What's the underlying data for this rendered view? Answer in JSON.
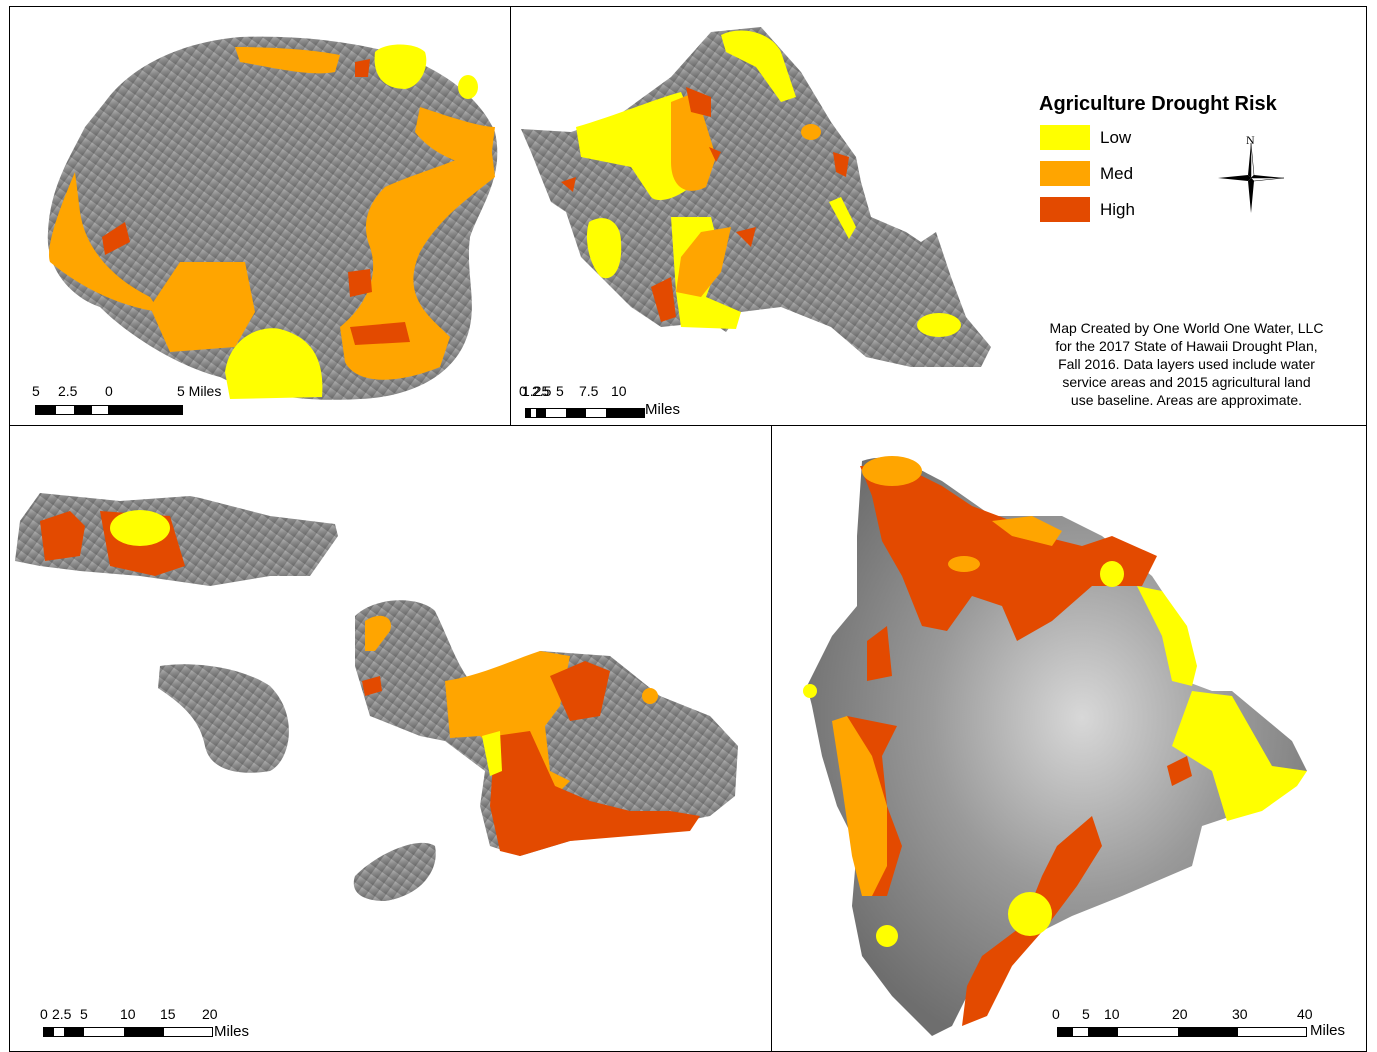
{
  "legend": {
    "title": "Agriculture Drought Risk",
    "items": [
      {
        "label": "Low",
        "color": "#ffff00"
      },
      {
        "label": "Med",
        "color": "#ffa500"
      },
      {
        "label": "High",
        "color": "#e34a00"
      }
    ]
  },
  "north_arrow": {
    "label": "N",
    "icon": "compass-rose-icon"
  },
  "credits": {
    "lines": [
      "Map Created by One World One Water, LLC",
      "for the 2017 State of Hawaii Drought Plan,",
      "Fall 2016.  Data layers used include water",
      "service areas and 2015 agricultural land",
      "use baseline.  Areas are approximate."
    ]
  },
  "scalebars": {
    "kauai": {
      "ticks": [
        "5",
        "2.5",
        "0",
        "5 Miles"
      ]
    },
    "oahu": {
      "ticks": [
        "0",
        "1.25",
        "2.5",
        "5",
        "7.5",
        "10"
      ],
      "units": "Miles"
    },
    "maui": {
      "ticks": [
        "0",
        "2.5",
        "5",
        "10",
        "15",
        "20"
      ],
      "units": "Miles"
    },
    "big_island": {
      "ticks": [
        "0",
        "5",
        "10",
        "20",
        "30",
        "40"
      ],
      "units": "Miles"
    }
  },
  "colors": {
    "terrain": "#8c8c8c",
    "terrain_dark": "#5a5a5a",
    "terrain_light": "#c8c8c8"
  }
}
